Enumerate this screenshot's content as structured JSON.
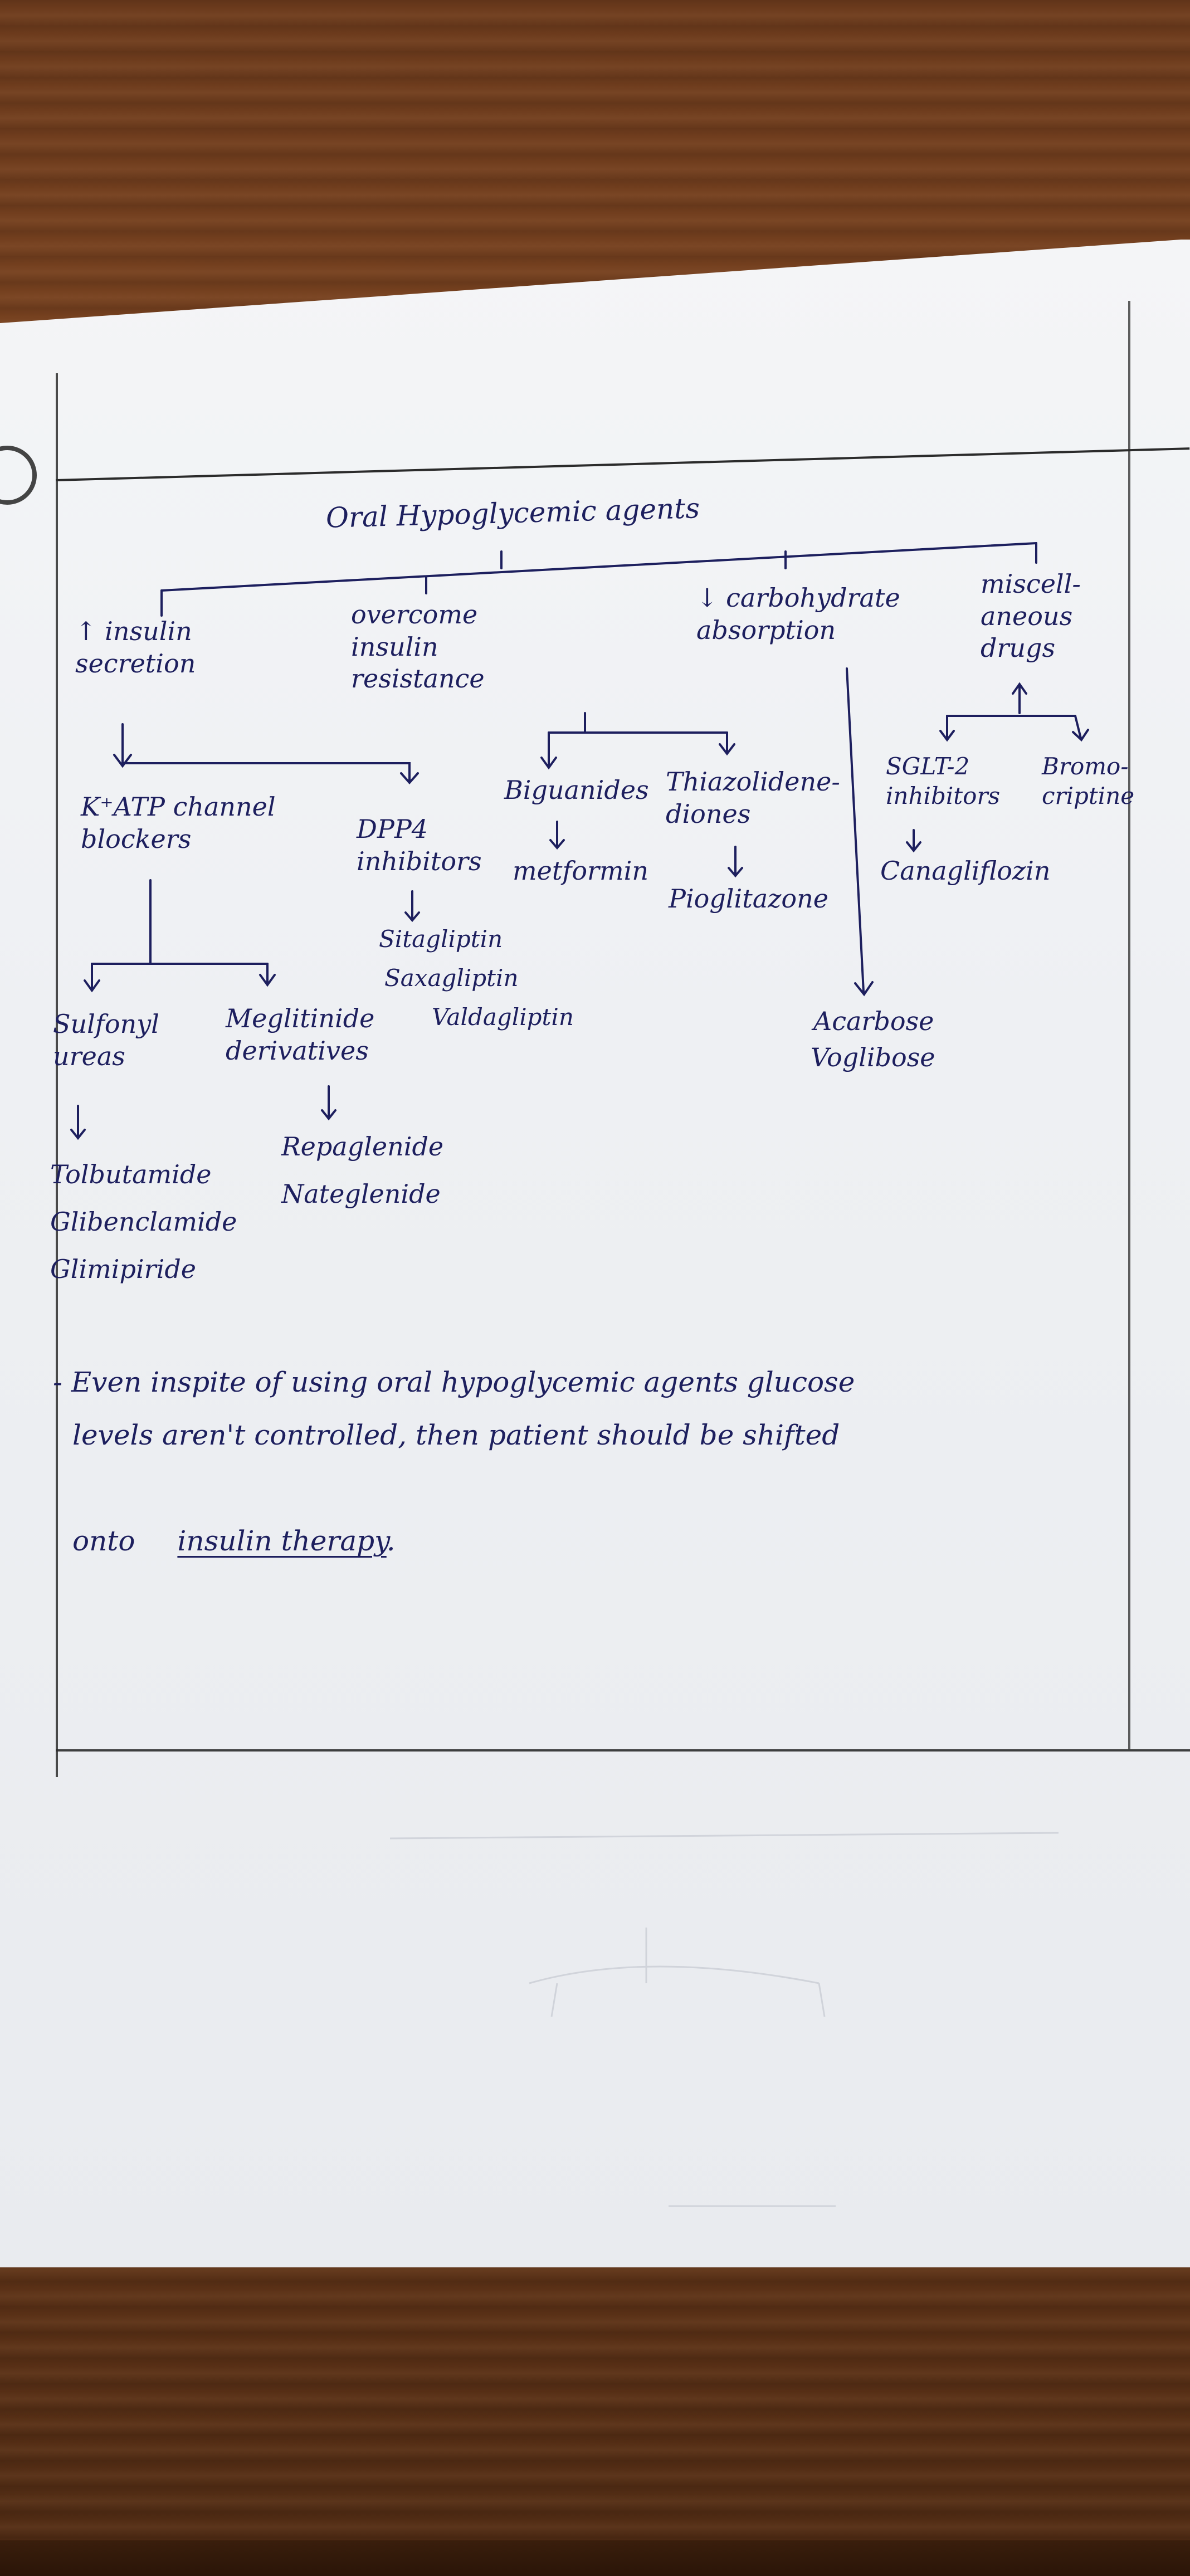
{
  "title": "Oral Hypoglycemic agents",
  "branches": {
    "insulin_secretion": "↑ insulin secretion",
    "insulin_resistance": "overcome insulin resistance",
    "carbohydrate": "↓ carbohydrate absorption",
    "misc": "miscell-aneous drugs"
  },
  "secretion": {
    "katp": "K⁺ATP channel blockers",
    "dpp4": "DPP4 inhibitors",
    "dpp4_drugs": [
      "Sitagliptin",
      "Saxagliptin",
      "Valdagliptin"
    ],
    "sulfonylureas": "Sulfonyl ureas",
    "sulfonylurea_drugs": [
      "Tolbutamide",
      "Glibenclamide",
      "Glimipiride"
    ],
    "meglitinide": "Meglitinide derivatives",
    "meglitinide_drugs": [
      "Repaglenide",
      "Nateglenide"
    ]
  },
  "resistance": {
    "biguanides": "Biguanides",
    "biguanide_drug": "metformin",
    "thiazolidinediones": "Thiazolidene-diones",
    "tzd_drug": "Pioglitazone"
  },
  "carbohydrate_drugs": [
    "Acarbose",
    "Voglibose"
  ],
  "misc": {
    "sglt2": "SGLT-2 inhibitors",
    "sglt2_drug": "Canagliflozin",
    "bromocriptine": "Bromo-criptine"
  },
  "note": {
    "line1": "- Even inspite of using oral hypoglycemic agents glucose",
    "line2": "levels aren't controlled, then patient should be shifted",
    "line3_prefix": "onto",
    "line3_emph": "insulin therapy",
    "line3_suffix": "."
  }
}
